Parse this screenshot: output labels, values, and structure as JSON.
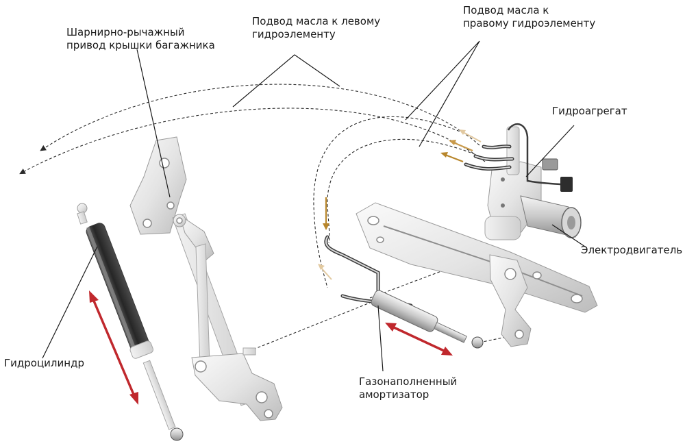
{
  "labels": {
    "linkage": [
      "Шарнирно-рычажный",
      "привод крышки багажника"
    ],
    "oil_left": [
      "Подвод масла к левому",
      "гидроэлементу"
    ],
    "oil_right": [
      "Подвод масла к",
      "правому гидроэлементу"
    ],
    "hydro_unit": "Гидроагрегат",
    "motor": "Электродвигатель",
    "cylinder": "Гидроцилиндр",
    "gas_strut": [
      "Газонаполненный",
      "амортизатор"
    ]
  },
  "colors": {
    "motion_arrow": "#c0282d",
    "oil_flow_dark": "#b8862c",
    "oil_flow_light": "#e2c9a0"
  }
}
